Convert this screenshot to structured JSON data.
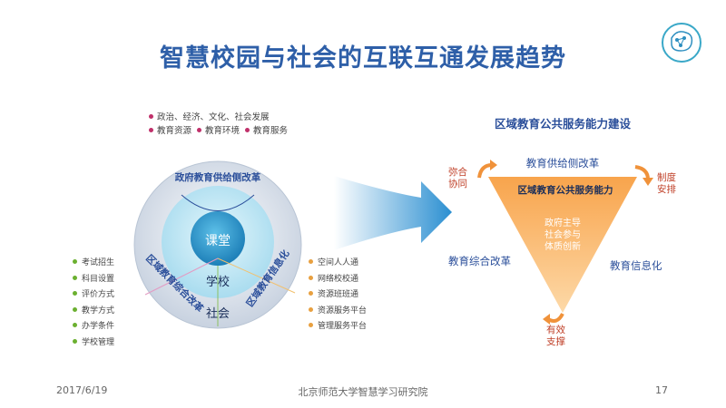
{
  "slide": {
    "title": "智慧校园与社会的互联互通发展趋势",
    "top_items": [
      [
        "政治、经济、文化、社会发展"
      ],
      [
        "教育资源",
        "教育环境",
        "教育服务"
      ]
    ],
    "left_items": [
      "考试招生",
      "科目设置",
      "评价方式",
      "教学方式",
      "办学条件",
      "学校管理"
    ],
    "right_items": [
      "空间人人通",
      "网络校校通",
      "资源班班通",
      "资源服务平台",
      "管理服务平台"
    ],
    "circle": {
      "top_label": "政府教育供给侧改革",
      "left_label": "区域教育综合改革",
      "right_label": "区域教育信息化",
      "inner": "课堂",
      "middle": "学校",
      "outer": "社会"
    },
    "triangle": {
      "heading": "区域教育公共服务能力建设",
      "top_edge": "教育供给侧改革",
      "left_edge": "教育综合改革",
      "right_edge": "教育信息化",
      "core_title": "区域教育公共服务能力",
      "core_lines": [
        "政府主导",
        "社会参与",
        "体质创新"
      ],
      "corner_left": [
        "弥合",
        "协同"
      ],
      "corner_right": [
        "制度",
        "安排"
      ],
      "corner_bottom": [
        "有效",
        "支撑"
      ]
    },
    "footer": {
      "date": "2017/6/19",
      "institute": "北京师范大学智慧学习研究院",
      "page": "17"
    }
  }
}
